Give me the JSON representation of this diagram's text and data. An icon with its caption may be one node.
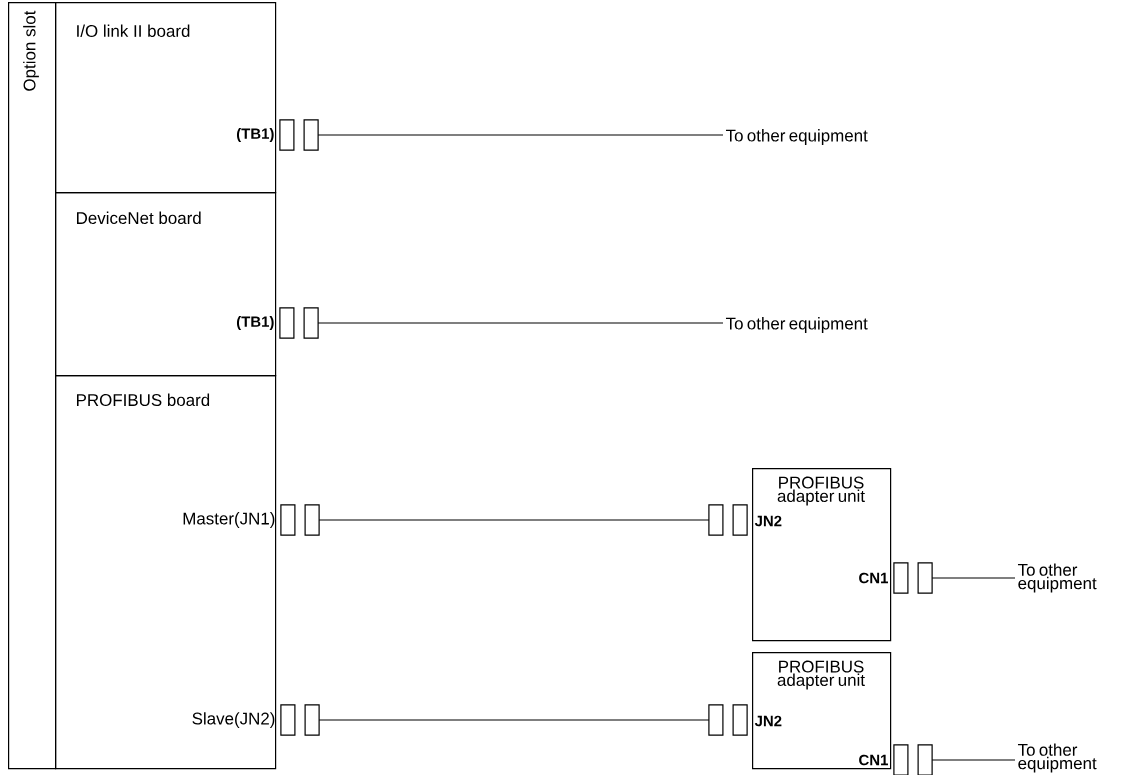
{
  "diagram": {
    "nodes": [
      {
        "text": [
          "Option slot"
        ]
      },
      {
        "text": [
          "I/O link II board",
          "(TB1)"
        ]
      },
      {
        "text": [],
        "shape": "box"
      },
      {
        "text": [
          "To other equipment"
        ]
      },
      {
        "text": [
          "DeviceNet board",
          "(TB1)"
        ]
      },
      {
        "text": [],
        "shape": "box"
      },
      {
        "text": [
          "To other equipment"
        ]
      },
      {
        "text": [
          "PROFIBUS board",
          "Master(JN1)",
          "Slave(JN2)"
        ]
      },
      {
        "text": [],
        "shape": "box"
      },
      {
        "text": [
          "PROFIBUS adapter unit",
          "JN2",
          "CN1"
        ]
      },
      {
        "text": [],
        "shape": "box"
      },
      {
        "text": [],
        "shape": "box"
      },
      {
        "text": [
          "To other equipment"
        ]
      },
      {
        "text": [],
        "shape": "box"
      },
      {
        "text": [
          "PROFIBUS adapter unit",
          "JN2",
          "CN1"
        ]
      },
      {
        "text": [],
        "shape": "box"
      },
      {
        "text": [],
        "shape": "box"
      },
      {
        "text": [
          "To other equipment"
        ]
      }
    ],
    "edges": [
      {
        "from": 2,
        "to": 3,
        "arrow": "none"
      },
      {
        "from": 5,
        "to": 6,
        "arrow": "none"
      },
      {
        "from": 8,
        "to": 10,
        "arrow": "none"
      },
      {
        "from": 11,
        "to": 12,
        "arrow": "none"
      },
      {
        "from": 13,
        "to": 15,
        "arrow": "none"
      },
      {
        "from": 16,
        "to": 17,
        "arrow": "none"
      }
    ]
  }
}
